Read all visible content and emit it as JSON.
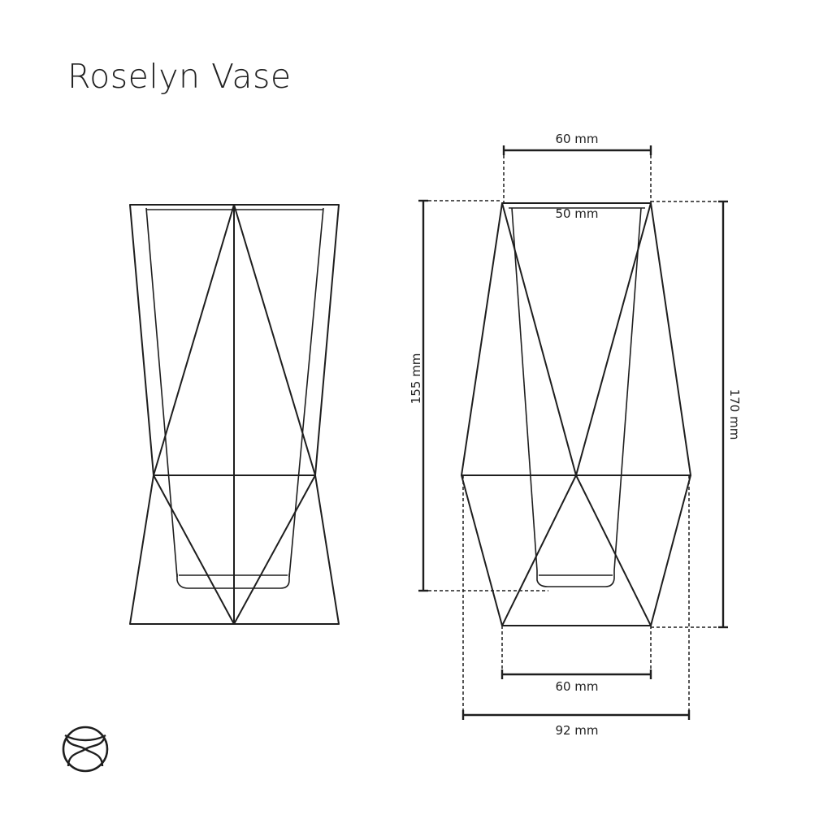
{
  "title": "Roselyn Vase",
  "dimensions": {
    "top_outer": "60 mm",
    "top_inner": "50 mm",
    "inner_height": "155 mm",
    "total_height": "170 mm",
    "base_width": "60 mm",
    "max_width": "92 mm"
  },
  "logo": "brand-logo-icon"
}
